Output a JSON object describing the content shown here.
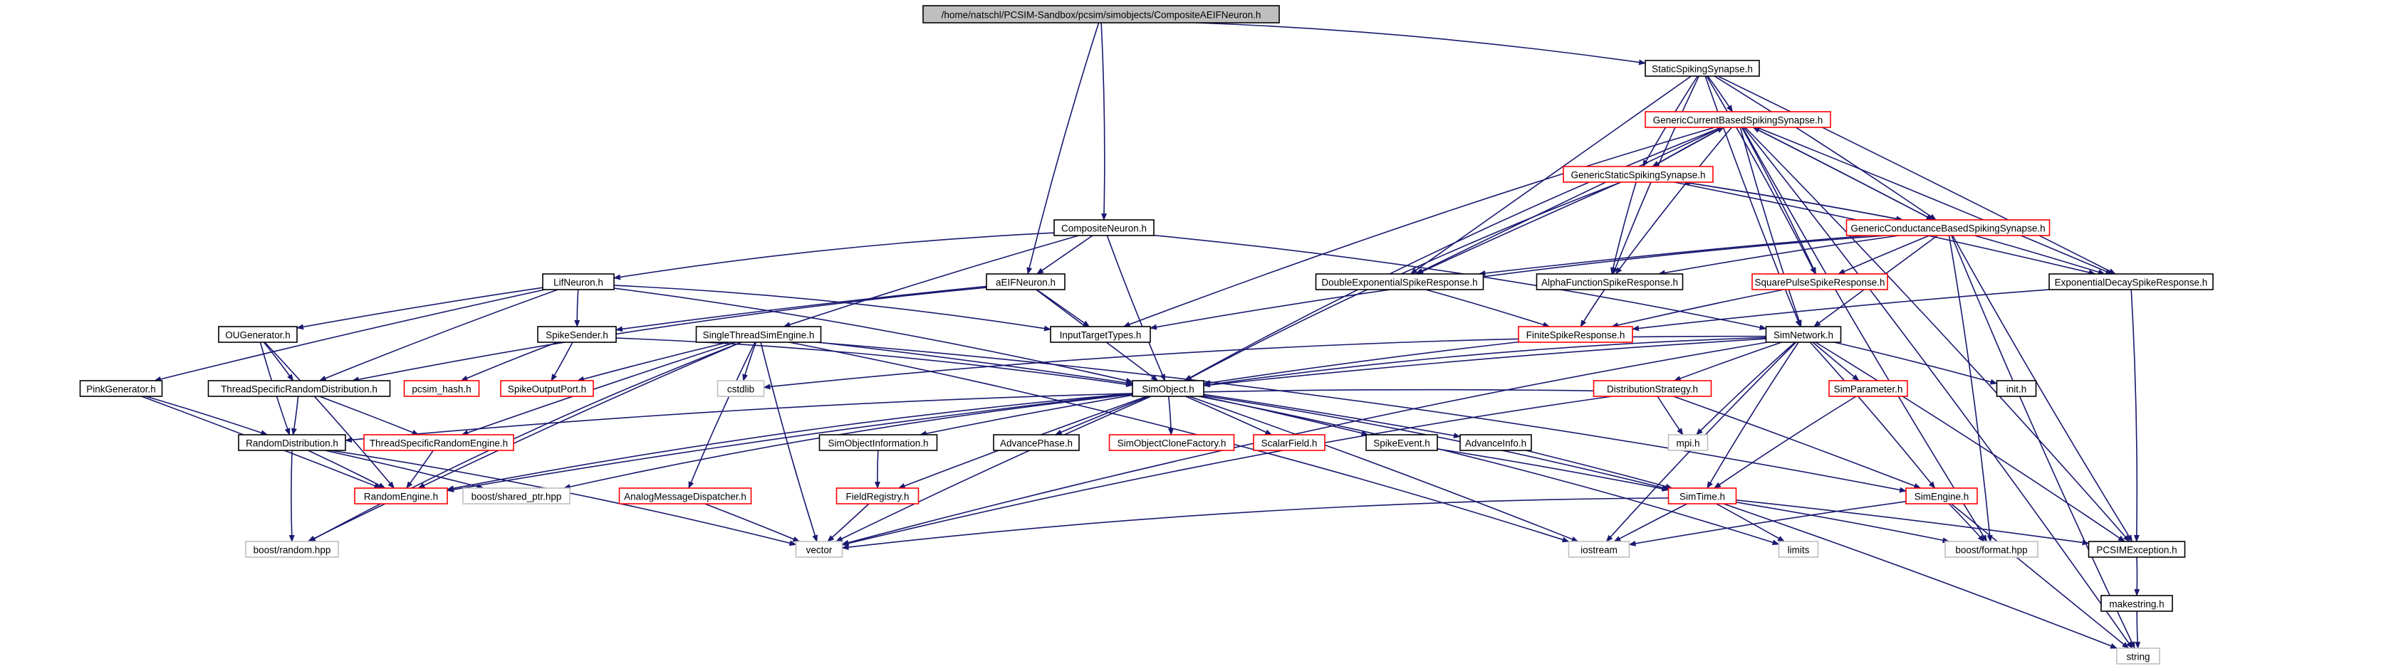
{
  "colors": {
    "edge": "#191970",
    "normal_border": "#000000",
    "missing_border": "#ff0000",
    "external_border": "#bfbfbf",
    "root_fill": "#bfbfbf",
    "node_fill": "#ffffff"
  },
  "nodes": [
    {
      "id": "root",
      "label": "/home/natschl/PCSIM-Sandbox/pcsim/simobjects/CompositeAEIFNeuron.h",
      "kind": "root"
    },
    {
      "id": "static",
      "label": "StaticSpikingSynapse.h",
      "kind": "normal"
    },
    {
      "id": "gcb",
      "label": "GenericCurrentBasedSpikingSynapse.h",
      "kind": "missing"
    },
    {
      "id": "gss",
      "label": "GenericStaticSpikingSynapse.h",
      "kind": "missing"
    },
    {
      "id": "composite",
      "label": "CompositeNeuron.h",
      "kind": "normal"
    },
    {
      "id": "gcond",
      "label": "GenericConductanceBasedSpikingSynapse.h",
      "kind": "missing"
    },
    {
      "id": "lif",
      "label": "LifNeuron.h",
      "kind": "normal"
    },
    {
      "id": "aeif",
      "label": "aEIFNeuron.h",
      "kind": "normal"
    },
    {
      "id": "dexp",
      "label": "DoubleExponentialSpikeResponse.h",
      "kind": "normal"
    },
    {
      "id": "alpha",
      "label": "AlphaFunctionSpikeResponse.h",
      "kind": "normal"
    },
    {
      "id": "sqp",
      "label": "SquarePulseSpikeResponse.h",
      "kind": "missing"
    },
    {
      "id": "expdec",
      "label": "ExponentialDecaySpikeResponse.h",
      "kind": "normal"
    },
    {
      "id": "oug",
      "label": "OUGenerator.h",
      "kind": "normal"
    },
    {
      "id": "ssender",
      "label": "SpikeSender.h",
      "kind": "normal"
    },
    {
      "id": "stse",
      "label": "SingleThreadSimEngine.h",
      "kind": "normal"
    },
    {
      "id": "itt",
      "label": "InputTargetTypes.h",
      "kind": "normal"
    },
    {
      "id": "fsr",
      "label": "FiniteSpikeResponse.h",
      "kind": "missing"
    },
    {
      "id": "simnet",
      "label": "SimNetwork.h",
      "kind": "normal"
    },
    {
      "id": "pink",
      "label": "PinkGenerator.h",
      "kind": "normal"
    },
    {
      "id": "tsrd",
      "label": "ThreadSpecificRandomDistribution.h",
      "kind": "normal"
    },
    {
      "id": "pcsimhash",
      "label": "pcsim_hash.h",
      "kind": "missing"
    },
    {
      "id": "sop",
      "label": "SpikeOutputPort.h",
      "kind": "missing"
    },
    {
      "id": "cstdlib",
      "label": "cstdlib",
      "kind": "external"
    },
    {
      "id": "simobj",
      "label": "SimObject.h",
      "kind": "normal"
    },
    {
      "id": "diststrat",
      "label": "DistributionStrategy.h",
      "kind": "missing"
    },
    {
      "id": "simparam",
      "label": "SimParameter.h",
      "kind": "missing"
    },
    {
      "id": "init",
      "label": "init.h",
      "kind": "normal"
    },
    {
      "id": "randdist",
      "label": "RandomDistribution.h",
      "kind": "normal"
    },
    {
      "id": "tsre",
      "label": "ThreadSpecificRandomEngine.h",
      "kind": "missing"
    },
    {
      "id": "soi",
      "label": "SimObjectInformation.h",
      "kind": "normal"
    },
    {
      "id": "advphase",
      "label": "AdvancePhase.h",
      "kind": "normal"
    },
    {
      "id": "socf",
      "label": "SimObjectCloneFactory.h",
      "kind": "missing"
    },
    {
      "id": "scalar",
      "label": "ScalarField.h",
      "kind": "missing"
    },
    {
      "id": "spikeev",
      "label": "SpikeEvent.h",
      "kind": "normal"
    },
    {
      "id": "advinfo",
      "label": "AdvanceInfo.h",
      "kind": "normal"
    },
    {
      "id": "mpi",
      "label": "mpi.h",
      "kind": "external"
    },
    {
      "id": "randeng",
      "label": "RandomEngine.h",
      "kind": "missing"
    },
    {
      "id": "sharedptr",
      "label": "boost/shared_ptr.hpp",
      "kind": "external"
    },
    {
      "id": "amd",
      "label": "AnalogMessageDispatcher.h",
      "kind": "missing"
    },
    {
      "id": "fieldreg",
      "label": "FieldRegistry.h",
      "kind": "missing"
    },
    {
      "id": "simtime",
      "label": "SimTime.h",
      "kind": "missing"
    },
    {
      "id": "simeng",
      "label": "SimEngine.h",
      "kind": "missing"
    },
    {
      "id": "limits",
      "label": "limits",
      "kind": "external"
    },
    {
      "id": "boostrand",
      "label": "boost/random.hpp",
      "kind": "external"
    },
    {
      "id": "vector",
      "label": "vector",
      "kind": "external"
    },
    {
      "id": "iostream",
      "label": "iostream",
      "kind": "external"
    },
    {
      "id": "bformat",
      "label": "boost/format.hpp",
      "kind": "external"
    },
    {
      "id": "pcsimexc",
      "label": "PCSIMException.h",
      "kind": "normal"
    },
    {
      "id": "makestring",
      "label": "makestring.h",
      "kind": "normal"
    },
    {
      "id": "string",
      "label": "string",
      "kind": "external"
    }
  ],
  "edges": [
    [
      "root",
      "static"
    ],
    [
      "root",
      "composite"
    ],
    [
      "root",
      "aeif"
    ],
    [
      "static",
      "gcb"
    ],
    [
      "static",
      "gss"
    ],
    [
      "static",
      "dexp"
    ],
    [
      "static",
      "alpha"
    ],
    [
      "static",
      "sqp"
    ],
    [
      "static",
      "expdec"
    ],
    [
      "static",
      "gcond"
    ],
    [
      "static",
      "simnet"
    ],
    [
      "gcb",
      "gss"
    ],
    [
      "gcb",
      "gcond"
    ],
    [
      "gcb",
      "dexp"
    ],
    [
      "gcb",
      "alpha"
    ],
    [
      "gcb",
      "sqp"
    ],
    [
      "gcb",
      "expdec"
    ],
    [
      "gcb",
      "itt"
    ],
    [
      "gcb",
      "simobj"
    ],
    [
      "gcb",
      "pcsimexc"
    ],
    [
      "gcb",
      "bformat"
    ],
    [
      "gcb",
      "string"
    ],
    [
      "gcb",
      "simnet"
    ],
    [
      "gss",
      "gcb"
    ],
    [
      "gss",
      "gcond"
    ],
    [
      "gss",
      "dexp"
    ],
    [
      "gss",
      "alpha"
    ],
    [
      "gss",
      "expdec"
    ],
    [
      "gss",
      "simobj"
    ],
    [
      "gcond",
      "gcb"
    ],
    [
      "gcond",
      "gss"
    ],
    [
      "gcond",
      "dexp"
    ],
    [
      "gcond",
      "alpha"
    ],
    [
      "gcond",
      "sqp"
    ],
    [
      "gcond",
      "expdec"
    ],
    [
      "gcond",
      "simnet"
    ],
    [
      "gcond",
      "pcsimexc"
    ],
    [
      "gcond",
      "bformat"
    ],
    [
      "gcond",
      "string"
    ],
    [
      "gcond",
      "itt"
    ],
    [
      "composite",
      "lif"
    ],
    [
      "composite",
      "aeif"
    ],
    [
      "composite",
      "stse"
    ],
    [
      "composite",
      "simnet"
    ],
    [
      "composite",
      "simobj"
    ],
    [
      "lif",
      "oug"
    ],
    [
      "lif",
      "ssender"
    ],
    [
      "lif",
      "pink"
    ],
    [
      "lif",
      "tsrd"
    ],
    [
      "lif",
      "itt"
    ],
    [
      "lif",
      "simobj"
    ],
    [
      "aeif",
      "ssender"
    ],
    [
      "aeif",
      "itt"
    ],
    [
      "aeif",
      "tsrd"
    ],
    [
      "aeif",
      "simobj"
    ],
    [
      "dexp",
      "fsr"
    ],
    [
      "alpha",
      "fsr"
    ],
    [
      "sqp",
      "fsr"
    ],
    [
      "expdec",
      "fsr"
    ],
    [
      "expdec",
      "pcsimexc"
    ],
    [
      "fsr",
      "simobj"
    ],
    [
      "oug",
      "tsrd"
    ],
    [
      "oug",
      "randdist"
    ],
    [
      "oug",
      "randeng"
    ],
    [
      "ssender",
      "pcsimhash"
    ],
    [
      "ssender",
      "sop"
    ],
    [
      "ssender",
      "simobj"
    ],
    [
      "stse",
      "sop"
    ],
    [
      "stse",
      "cstdlib"
    ],
    [
      "stse",
      "simobj"
    ],
    [
      "stse",
      "amd"
    ],
    [
      "stse",
      "tsre"
    ],
    [
      "stse",
      "randeng"
    ],
    [
      "stse",
      "simeng"
    ],
    [
      "stse",
      "vector"
    ],
    [
      "stse",
      "iostream"
    ],
    [
      "stse",
      "boostrand"
    ],
    [
      "simnet",
      "cstdlib"
    ],
    [
      "simnet",
      "simobj"
    ],
    [
      "simnet",
      "diststrat"
    ],
    [
      "simnet",
      "simparam"
    ],
    [
      "simnet",
      "init"
    ],
    [
      "simnet",
      "mpi"
    ],
    [
      "simnet",
      "simeng"
    ],
    [
      "simnet",
      "simtime"
    ],
    [
      "simnet",
      "vector"
    ],
    [
      "simnet",
      "iostream"
    ],
    [
      "simnet",
      "pcsimexc"
    ],
    [
      "simnet",
      "randeng"
    ],
    [
      "pink",
      "randdist"
    ],
    [
      "pink",
      "randeng"
    ],
    [
      "tsrd",
      "randdist"
    ],
    [
      "tsrd",
      "tsre"
    ],
    [
      "simobj",
      "soi"
    ],
    [
      "simobj",
      "advphase"
    ],
    [
      "simobj",
      "socf"
    ],
    [
      "simobj",
      "scalar"
    ],
    [
      "simobj",
      "spikeev"
    ],
    [
      "simobj",
      "advinfo"
    ],
    [
      "simobj",
      "fieldreg"
    ],
    [
      "simobj",
      "vector"
    ],
    [
      "simobj",
      "iostream"
    ],
    [
      "simobj",
      "sharedptr"
    ],
    [
      "simobj",
      "randeng"
    ],
    [
      "simobj",
      "simtime"
    ],
    [
      "simobj",
      "limits"
    ],
    [
      "diststrat",
      "mpi"
    ],
    [
      "diststrat",
      "randdist"
    ],
    [
      "diststrat",
      "simeng"
    ],
    [
      "diststrat",
      "vector"
    ],
    [
      "simparam",
      "simtime"
    ],
    [
      "randdist",
      "randeng"
    ],
    [
      "randdist",
      "boostrand"
    ],
    [
      "randdist",
      "sharedptr"
    ],
    [
      "randdist",
      "vector"
    ],
    [
      "tsre",
      "randeng"
    ],
    [
      "soi",
      "fieldreg"
    ],
    [
      "spikeev",
      "simtime"
    ],
    [
      "advinfo",
      "simtime"
    ],
    [
      "randeng",
      "boostrand"
    ],
    [
      "amd",
      "vector"
    ],
    [
      "fieldreg",
      "vector"
    ],
    [
      "simtime",
      "limits"
    ],
    [
      "simtime",
      "iostream"
    ],
    [
      "simtime",
      "pcsimexc"
    ],
    [
      "simtime",
      "string"
    ],
    [
      "simtime",
      "vector"
    ],
    [
      "simtime",
      "bformat"
    ],
    [
      "simeng",
      "iostream"
    ],
    [
      "simeng",
      "bformat"
    ],
    [
      "simeng",
      "string"
    ],
    [
      "pcsimexc",
      "makestring"
    ],
    [
      "makestring",
      "string"
    ]
  ]
}
